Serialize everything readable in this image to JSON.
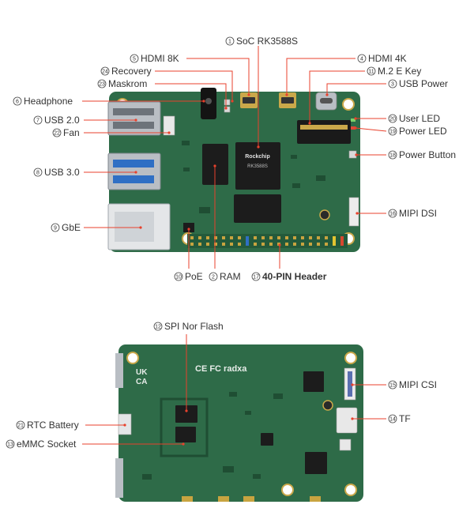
{
  "front_board": {
    "chip_marking": [
      "Rockchip",
      "RK3588S"
    ],
    "callouts": [
      {
        "id": "soc",
        "number": "1",
        "label": "SoC RK3588S"
      },
      {
        "id": "hdmi8k",
        "number": "5",
        "label": "HDMI 8K"
      },
      {
        "id": "hdmi4k",
        "number": "4",
        "label": "HDMI 4K"
      },
      {
        "id": "recovery",
        "number": "24",
        "label": "Recovery"
      },
      {
        "id": "m2",
        "number": "11",
        "label": "M.2 E Key"
      },
      {
        "id": "maskrom",
        "number": "23",
        "label": "Maskrom"
      },
      {
        "id": "usbpower",
        "number": "3",
        "label": "USB Power"
      },
      {
        "id": "headphone",
        "number": "6",
        "label": "Headphone"
      },
      {
        "id": "userled",
        "number": "20",
        "label": "User LED"
      },
      {
        "id": "usb2",
        "number": "7",
        "label": "USB 2.0"
      },
      {
        "id": "powerled",
        "number": "19",
        "label": "Power LED"
      },
      {
        "id": "fan",
        "number": "22",
        "label": "Fan"
      },
      {
        "id": "powerbutton",
        "number": "18",
        "label": "Power Button"
      },
      {
        "id": "usb3",
        "number": "8",
        "label": "USB 3.0"
      },
      {
        "id": "mipidsi",
        "number": "16",
        "label": "MIPI DSI"
      },
      {
        "id": "gbe",
        "number": "9",
        "label": "GbE"
      },
      {
        "id": "poe",
        "number": "10",
        "label": "PoE"
      },
      {
        "id": "ram",
        "number": "2",
        "label": "RAM"
      },
      {
        "id": "header40",
        "number": "17",
        "label": "40-PIN Header"
      }
    ]
  },
  "back_board": {
    "silkscreen": {
      "ukca_top": "UK",
      "ukca_bottom": "CA",
      "brand": "CE FC radxa"
    },
    "callouts": [
      {
        "id": "spinor",
        "number": "12",
        "label": "SPI Nor Flash"
      },
      {
        "id": "mipicsi",
        "number": "15",
        "label": "MIPI CSI"
      },
      {
        "id": "rtc",
        "number": "21",
        "label": "RTC Battery"
      },
      {
        "id": "tf",
        "number": "14",
        "label": "TF"
      },
      {
        "id": "emmc",
        "number": "13",
        "label": "eMMC Socket"
      }
    ]
  },
  "colors": {
    "pcb": "#2e6b48",
    "pcb_dark": "#1f4e33",
    "metal": "#b9bec4",
    "lead_line": "#e8412c",
    "chip": "#1c1c1c",
    "usb3_blue": "#2f6fc4"
  }
}
